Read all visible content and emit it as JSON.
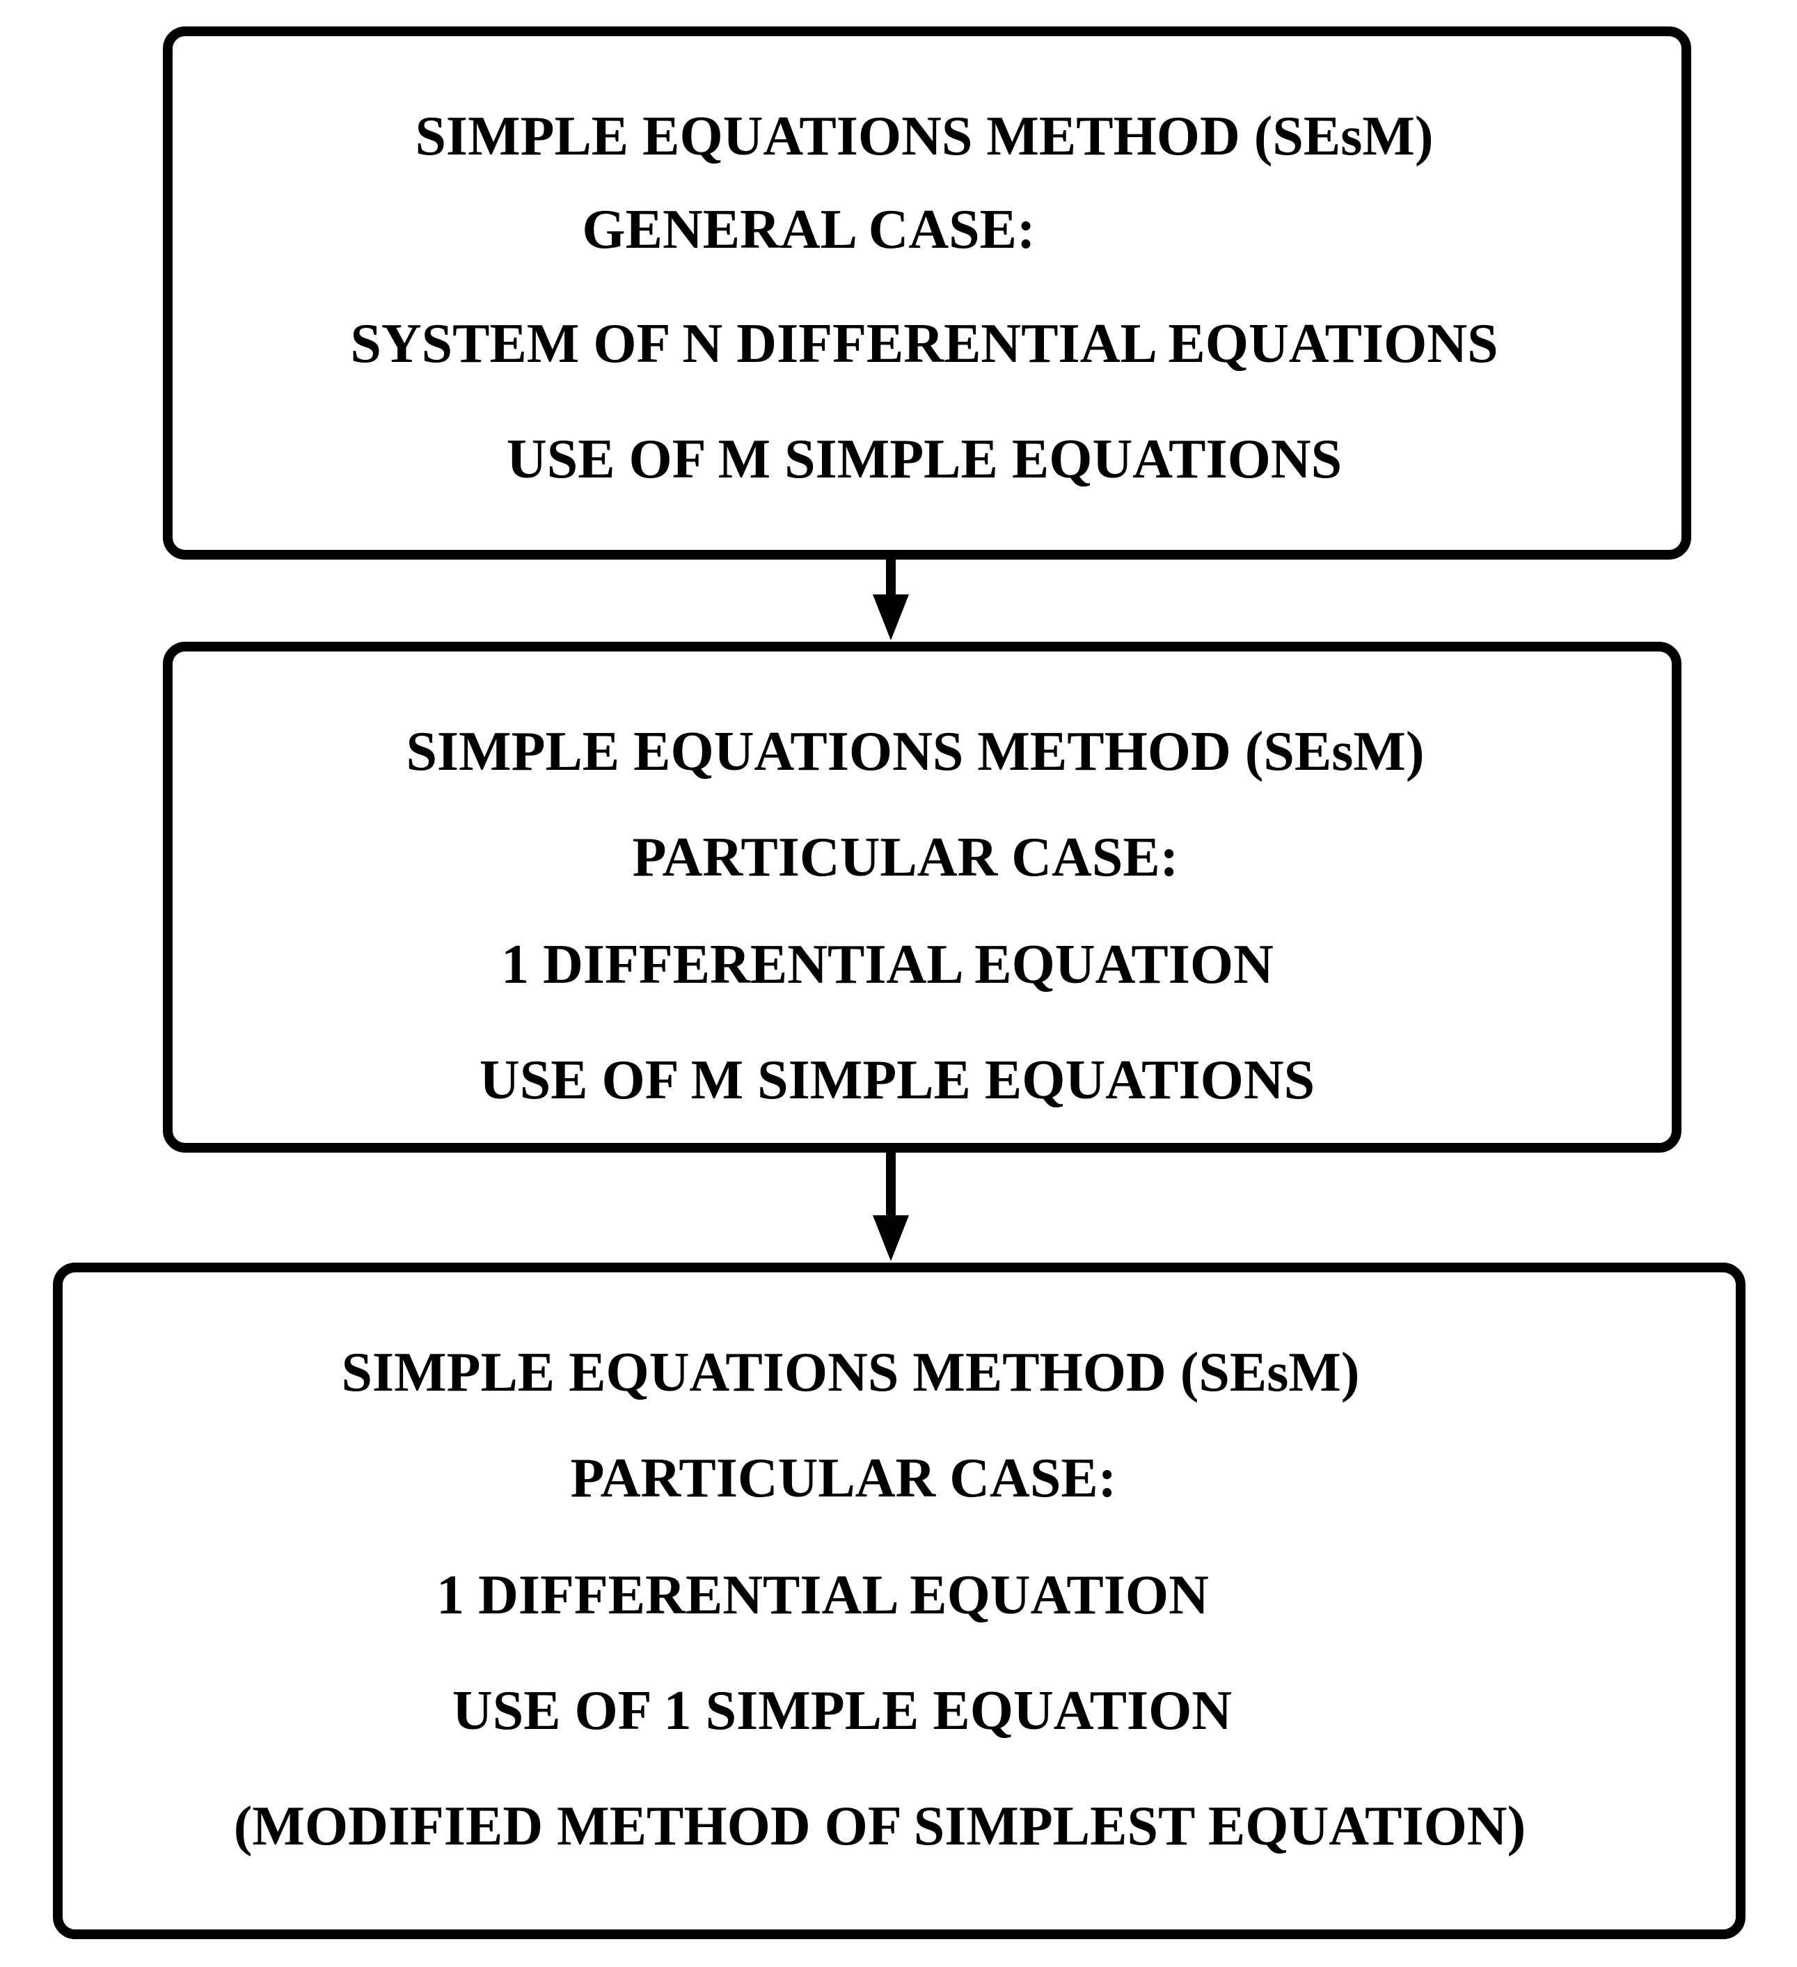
{
  "boxes": [
    {
      "lines": [
        "SIMPLE EQUATIONS METHOD (SEsM)",
        "GENERAL CASE:",
        "SYSTEM OF N DIFFERENTIAL EQUATIONS",
        "USE OF M SIMPLE EQUATIONS"
      ]
    },
    {
      "lines": [
        "SIMPLE EQUATIONS METHOD (SEsM)",
        "PARTICULAR CASE:",
        "1 DIFFERENTIAL EQUATION",
        "USE OF M SIMPLE EQUATIONS"
      ]
    },
    {
      "lines": [
        "SIMPLE EQUATIONS METHOD (SEsM)",
        "PARTICULAR CASE:",
        "1 DIFFERENTIAL EQUATION",
        "USE OF 1 SIMPLE EQUATION",
        "(MODIFIED METHOD OF SIMPLEST EQUATION)"
      ]
    }
  ],
  "colors": {
    "stroke": "#000000",
    "background": "#ffffff"
  }
}
